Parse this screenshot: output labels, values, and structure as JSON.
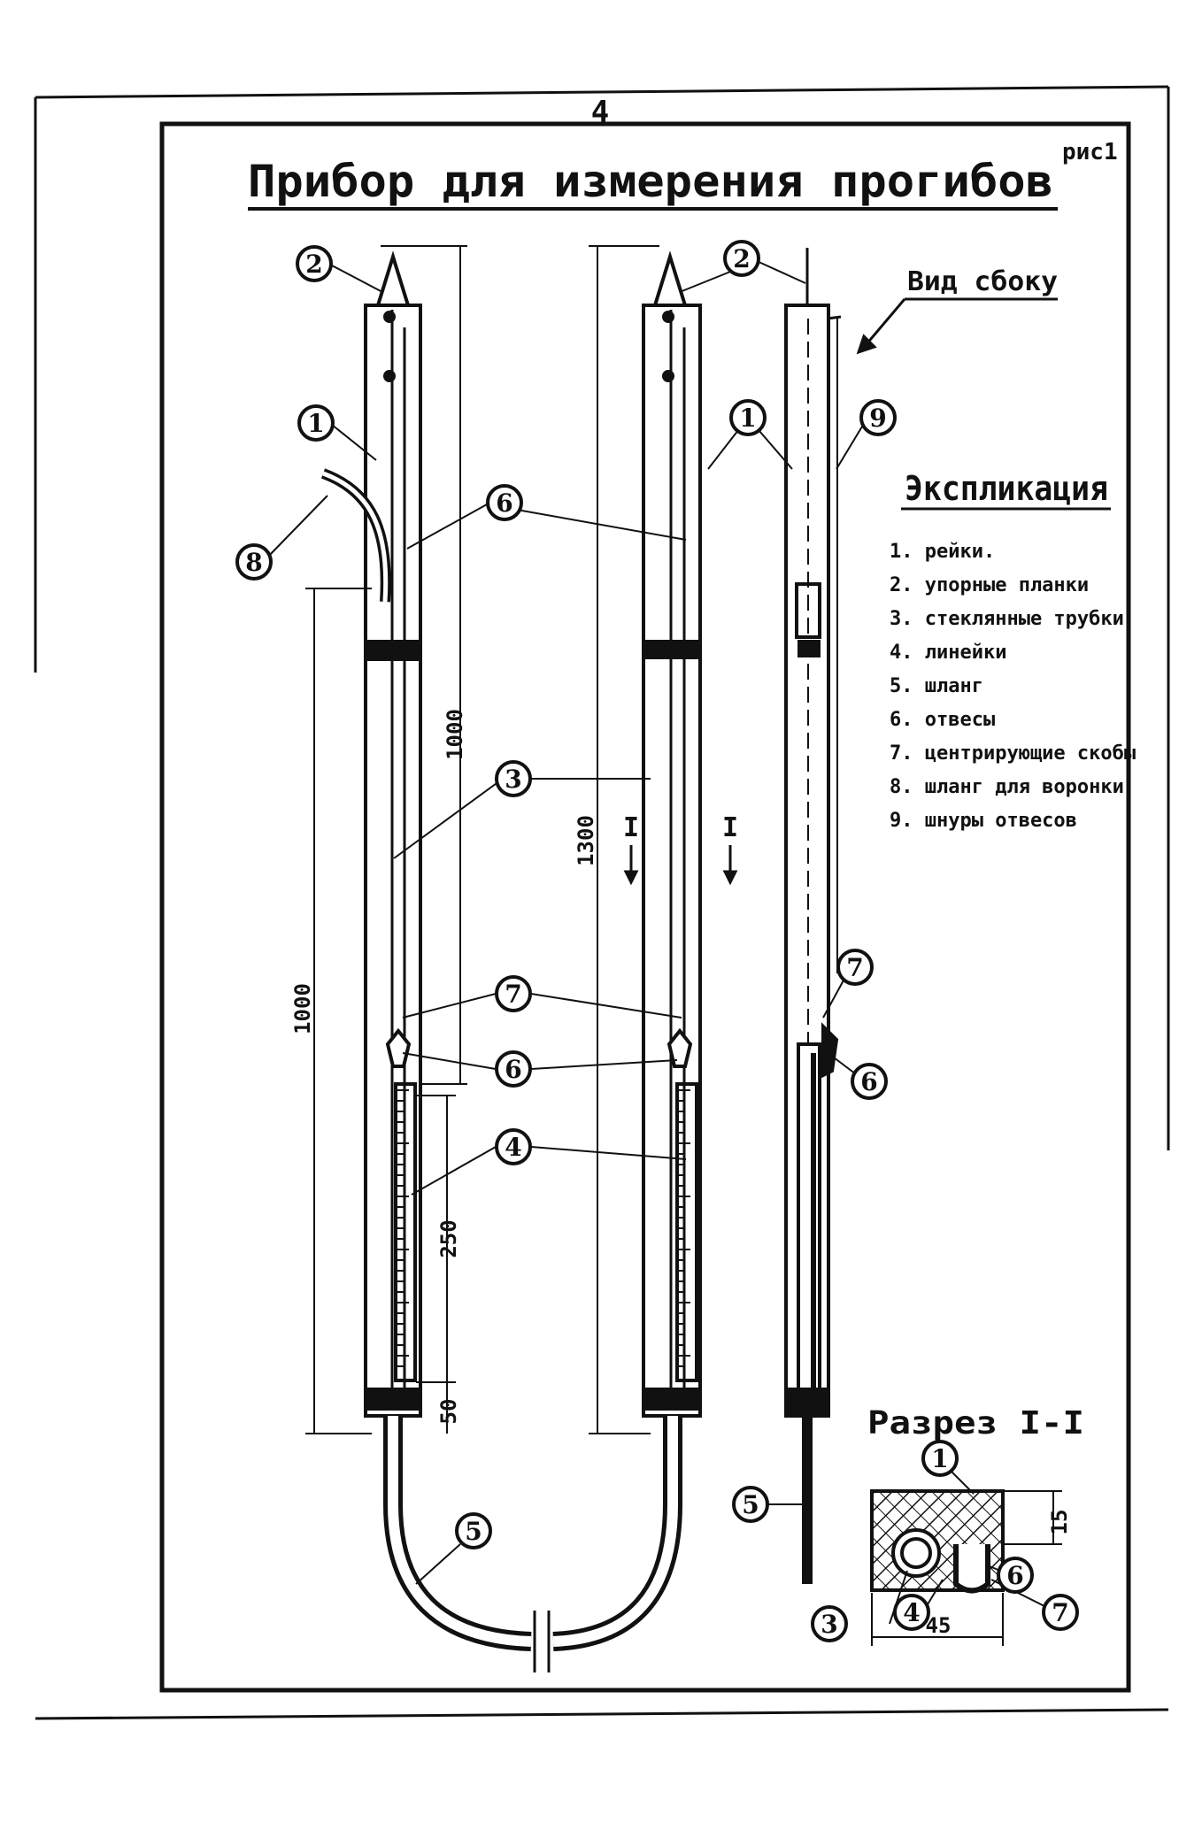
{
  "page_number": "4",
  "figure_label": "рис1",
  "title": "Прибор для измерения прогибов",
  "side_view_label": "Вид сбоку",
  "section_label": "Разрез I-I",
  "legend": {
    "heading": "Экспликация",
    "items": [
      "1. рейки.",
      "2. упорные планки",
      "3. стеклянные трубки",
      "4. линейки",
      "5. шланг",
      "6. отвесы",
      "7. центрирующие скобы",
      "8. шланг для воронки",
      "9. шнуры отвесов"
    ]
  },
  "dimensions": {
    "d_1000_top": "1000",
    "d_1300": "1300",
    "d_1000_total": "1000",
    "d_250": "250",
    "d_50": "50",
    "d_15": "15",
    "d_45": "45",
    "section_mark": "I"
  },
  "callouts": {
    "n1": "1",
    "n2": "2",
    "n3": "3",
    "n4": "4",
    "n5": "5",
    "n6": "6",
    "n7": "7",
    "n8": "8",
    "n9": "9"
  }
}
